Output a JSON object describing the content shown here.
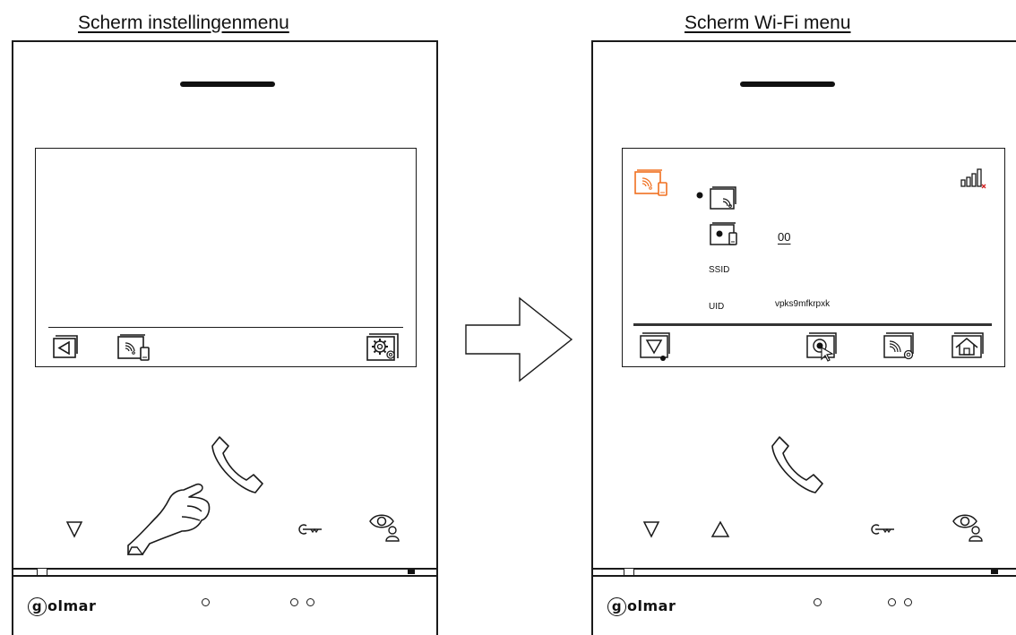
{
  "left": {
    "title": "Scherm instellingenmenu",
    "logo_initial": "g",
    "logo_text": "olmar"
  },
  "right": {
    "title": "Scherm Wi-Fi menu",
    "ssid_label": "SSID",
    "uid_label": "UID",
    "uid_value": "vpks9mfkrpxk",
    "code_value": "00",
    "logo_initial": "g",
    "logo_text": "olmar"
  },
  "colors": {
    "line": "#1a1a1a",
    "accent": "#f07020",
    "signal_mark": "#d02020"
  }
}
